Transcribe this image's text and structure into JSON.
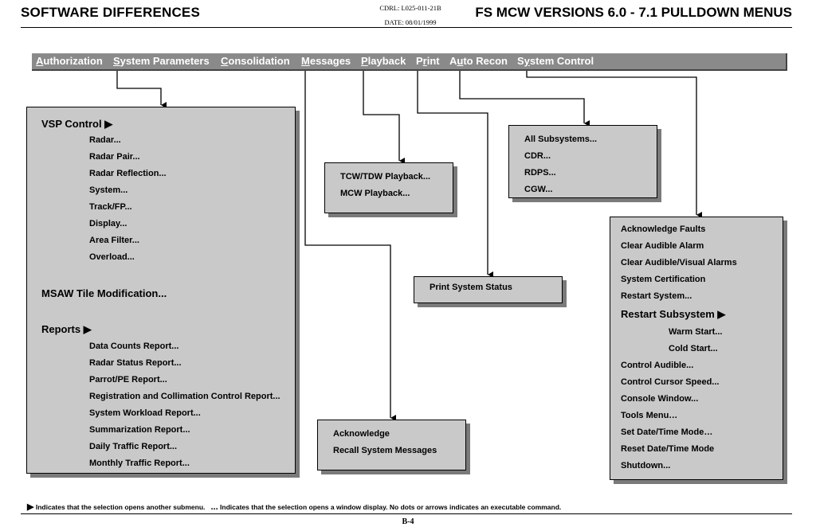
{
  "header": {
    "left_title": "SOFTWARE DIFFERENCES",
    "cdrl": "CDRL: L025-011-21B",
    "date": "DATE: 08/01/1999",
    "right_title": "FS MCW VERSIONS 6.0 - 7.1 PULLDOWN MENUS"
  },
  "menubar": {
    "authorization": {
      "key": "A",
      "rest": "uthorization"
    },
    "system_parameters": {
      "key": "S",
      "rest": "ystem Parameters"
    },
    "consolidation": {
      "key": "C",
      "rest": "onsolidation"
    },
    "messages": {
      "key": "M",
      "rest": "essages"
    },
    "playback": {
      "key": "P",
      "rest": "layback"
    },
    "print": {
      "pre": "P",
      "key": "r",
      "rest": "int"
    },
    "auto_recon": {
      "pre": "A",
      "key": "u",
      "rest": "to Recon"
    },
    "system_control": {
      "pre": "S",
      "key": "y",
      "rest": "stem Control"
    }
  },
  "system_parameters_menu": {
    "vsp_control": "VSP Control",
    "vsp_items": [
      "Radar...",
      "Radar Pair...",
      "Radar Reflection...",
      "System...",
      "Track/FP...",
      "Display...",
      "Area Filter...",
      "Overload..."
    ],
    "msaw": "MSAW Tile Modification...",
    "reports": "Reports",
    "report_items": [
      "Data Counts Report...",
      "Radar Status Report...",
      "Parrot/PE Report...",
      "Registration and Collimation Control Report...",
      "System Workload Report...",
      "Summarization Report...",
      "Daily Traffic Report...",
      "Monthly Traffic Report..."
    ]
  },
  "playback_menu": [
    "TCW/TDW Playback...",
    "MCW Playback..."
  ],
  "auto_recon_menu": [
    "All Subsystems...",
    "CDR...",
    "RDPS...",
    "CGW..."
  ],
  "print_menu": [
    "Print System Status"
  ],
  "messages_menu": [
    "Acknowledge",
    "Recall System Messages"
  ],
  "system_control_menu": {
    "items_top": [
      "Acknowledge Faults",
      "Clear Audible Alarm",
      "Clear Audible/Visual Alarms",
      "System Certification",
      "Restart System..."
    ],
    "restart_subsystem": "Restart Subsystem",
    "sub_items": [
      "Warm Start...",
      "Cold Start..."
    ],
    "items_bottom": [
      "Control Audible...",
      "Control Cursor Speed...",
      "Console Window...",
      "Tools Menu…",
      "Set Date/Time Mode…",
      "Reset Date/Time Mode",
      "Shutdown..."
    ]
  },
  "footer": {
    "arrow_note": "Indicates that the selection opens another submenu.",
    "dots_symbol": "...",
    "dots_note": "Indicates that the selection opens a window display.  No dots or arrows indicates an executable command.",
    "page_number": "B-4"
  },
  "colors": {
    "menubar": "#8a8a8a",
    "menu_box": "#c9c9c9",
    "shadow": "#7a7a7a"
  }
}
